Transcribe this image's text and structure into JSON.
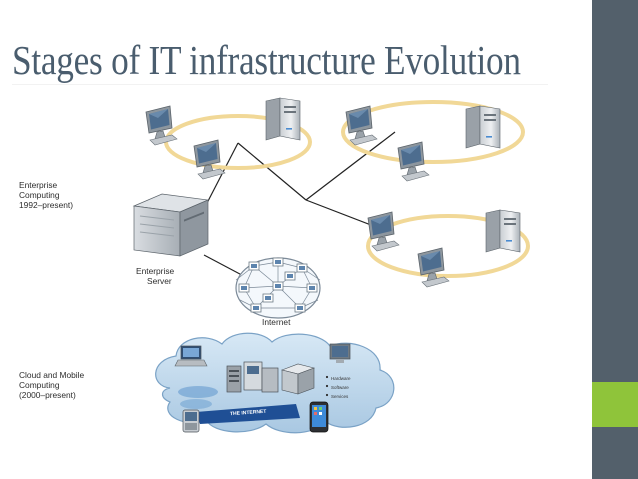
{
  "slide": {
    "title": "Stages of IT infrastructure Evolution",
    "accent_colors": {
      "sidebar": "#53606b",
      "tab": "#8fc43a",
      "title_text": "#4a5d6e"
    }
  },
  "diagram": {
    "stage1": {
      "line1": "Enterprise",
      "line2": "Computing",
      "line3": "1992–present)"
    },
    "server_label": {
      "line1": "Enterprise",
      "line2": "Server"
    },
    "internet_label": "Internet",
    "stage2": {
      "line1": "Cloud and Mobile",
      "line2": "Computing",
      "line3": "(2000–present)"
    },
    "cloud_banner": "THE INTERNET",
    "cloud_items": [
      "Hardware",
      "Software",
      "Services"
    ]
  }
}
